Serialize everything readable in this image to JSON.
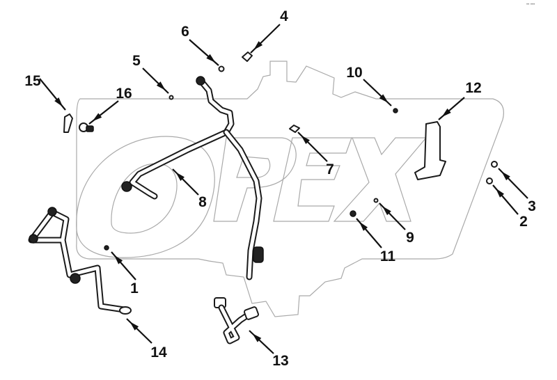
{
  "diagram": {
    "type": "exploded-parts-diagram",
    "watermark_text": "OPEX",
    "corner_mark": "•• •••",
    "callouts": [
      {
        "id": "1",
        "label": "1",
        "part": "small fitting"
      },
      {
        "id": "2",
        "label": "2",
        "part": "connector fitting"
      },
      {
        "id": "3",
        "label": "3",
        "part": "connector fitting"
      },
      {
        "id": "4",
        "label": "4",
        "part": "elbow fitting"
      },
      {
        "id": "5",
        "label": "5",
        "part": "washer"
      },
      {
        "id": "6",
        "label": "6",
        "part": "nut"
      },
      {
        "id": "7",
        "label": "7",
        "part": "clip"
      },
      {
        "id": "8",
        "label": "8",
        "part": "hose assembly"
      },
      {
        "id": "9",
        "label": "9",
        "part": "washer"
      },
      {
        "id": "10",
        "label": "10",
        "part": "bolt"
      },
      {
        "id": "11",
        "label": "11",
        "part": "bolt"
      },
      {
        "id": "12",
        "label": "12",
        "part": "bracket"
      },
      {
        "id": "13",
        "label": "13",
        "part": "elbow hose"
      },
      {
        "id": "14",
        "label": "14",
        "part": "pipe assembly"
      },
      {
        "id": "15",
        "label": "15",
        "part": "clamp"
      },
      {
        "id": "16",
        "label": "16",
        "part": "connector"
      }
    ]
  }
}
